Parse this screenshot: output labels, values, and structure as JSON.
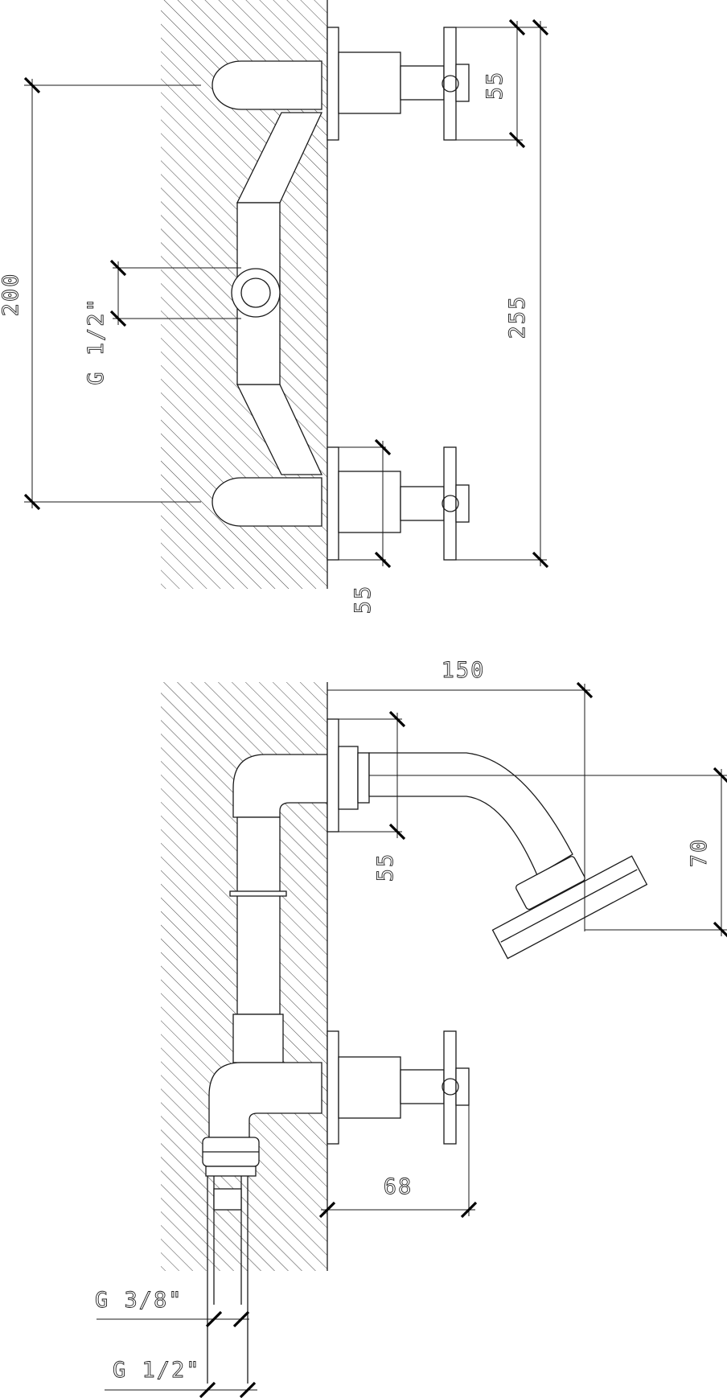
{
  "diagram": {
    "top_view": {
      "dims": {
        "valve_spacing": "255",
        "outlet_spacing": "200",
        "handle_height": "55",
        "flange_depth": "55",
        "center_thread": "G 1/2\""
      }
    },
    "side_view": {
      "dims": {
        "projection": "150",
        "flange_depth": "55",
        "head_height": "70",
        "handle_projection": "68",
        "inlet_small": "G 3/8\"",
        "inlet_large": "G 1/2\""
      }
    }
  },
  "colors": {
    "line": "#1a1a1a",
    "tick": "#000000",
    "hatch": "#444444",
    "background": "#ffffff"
  }
}
